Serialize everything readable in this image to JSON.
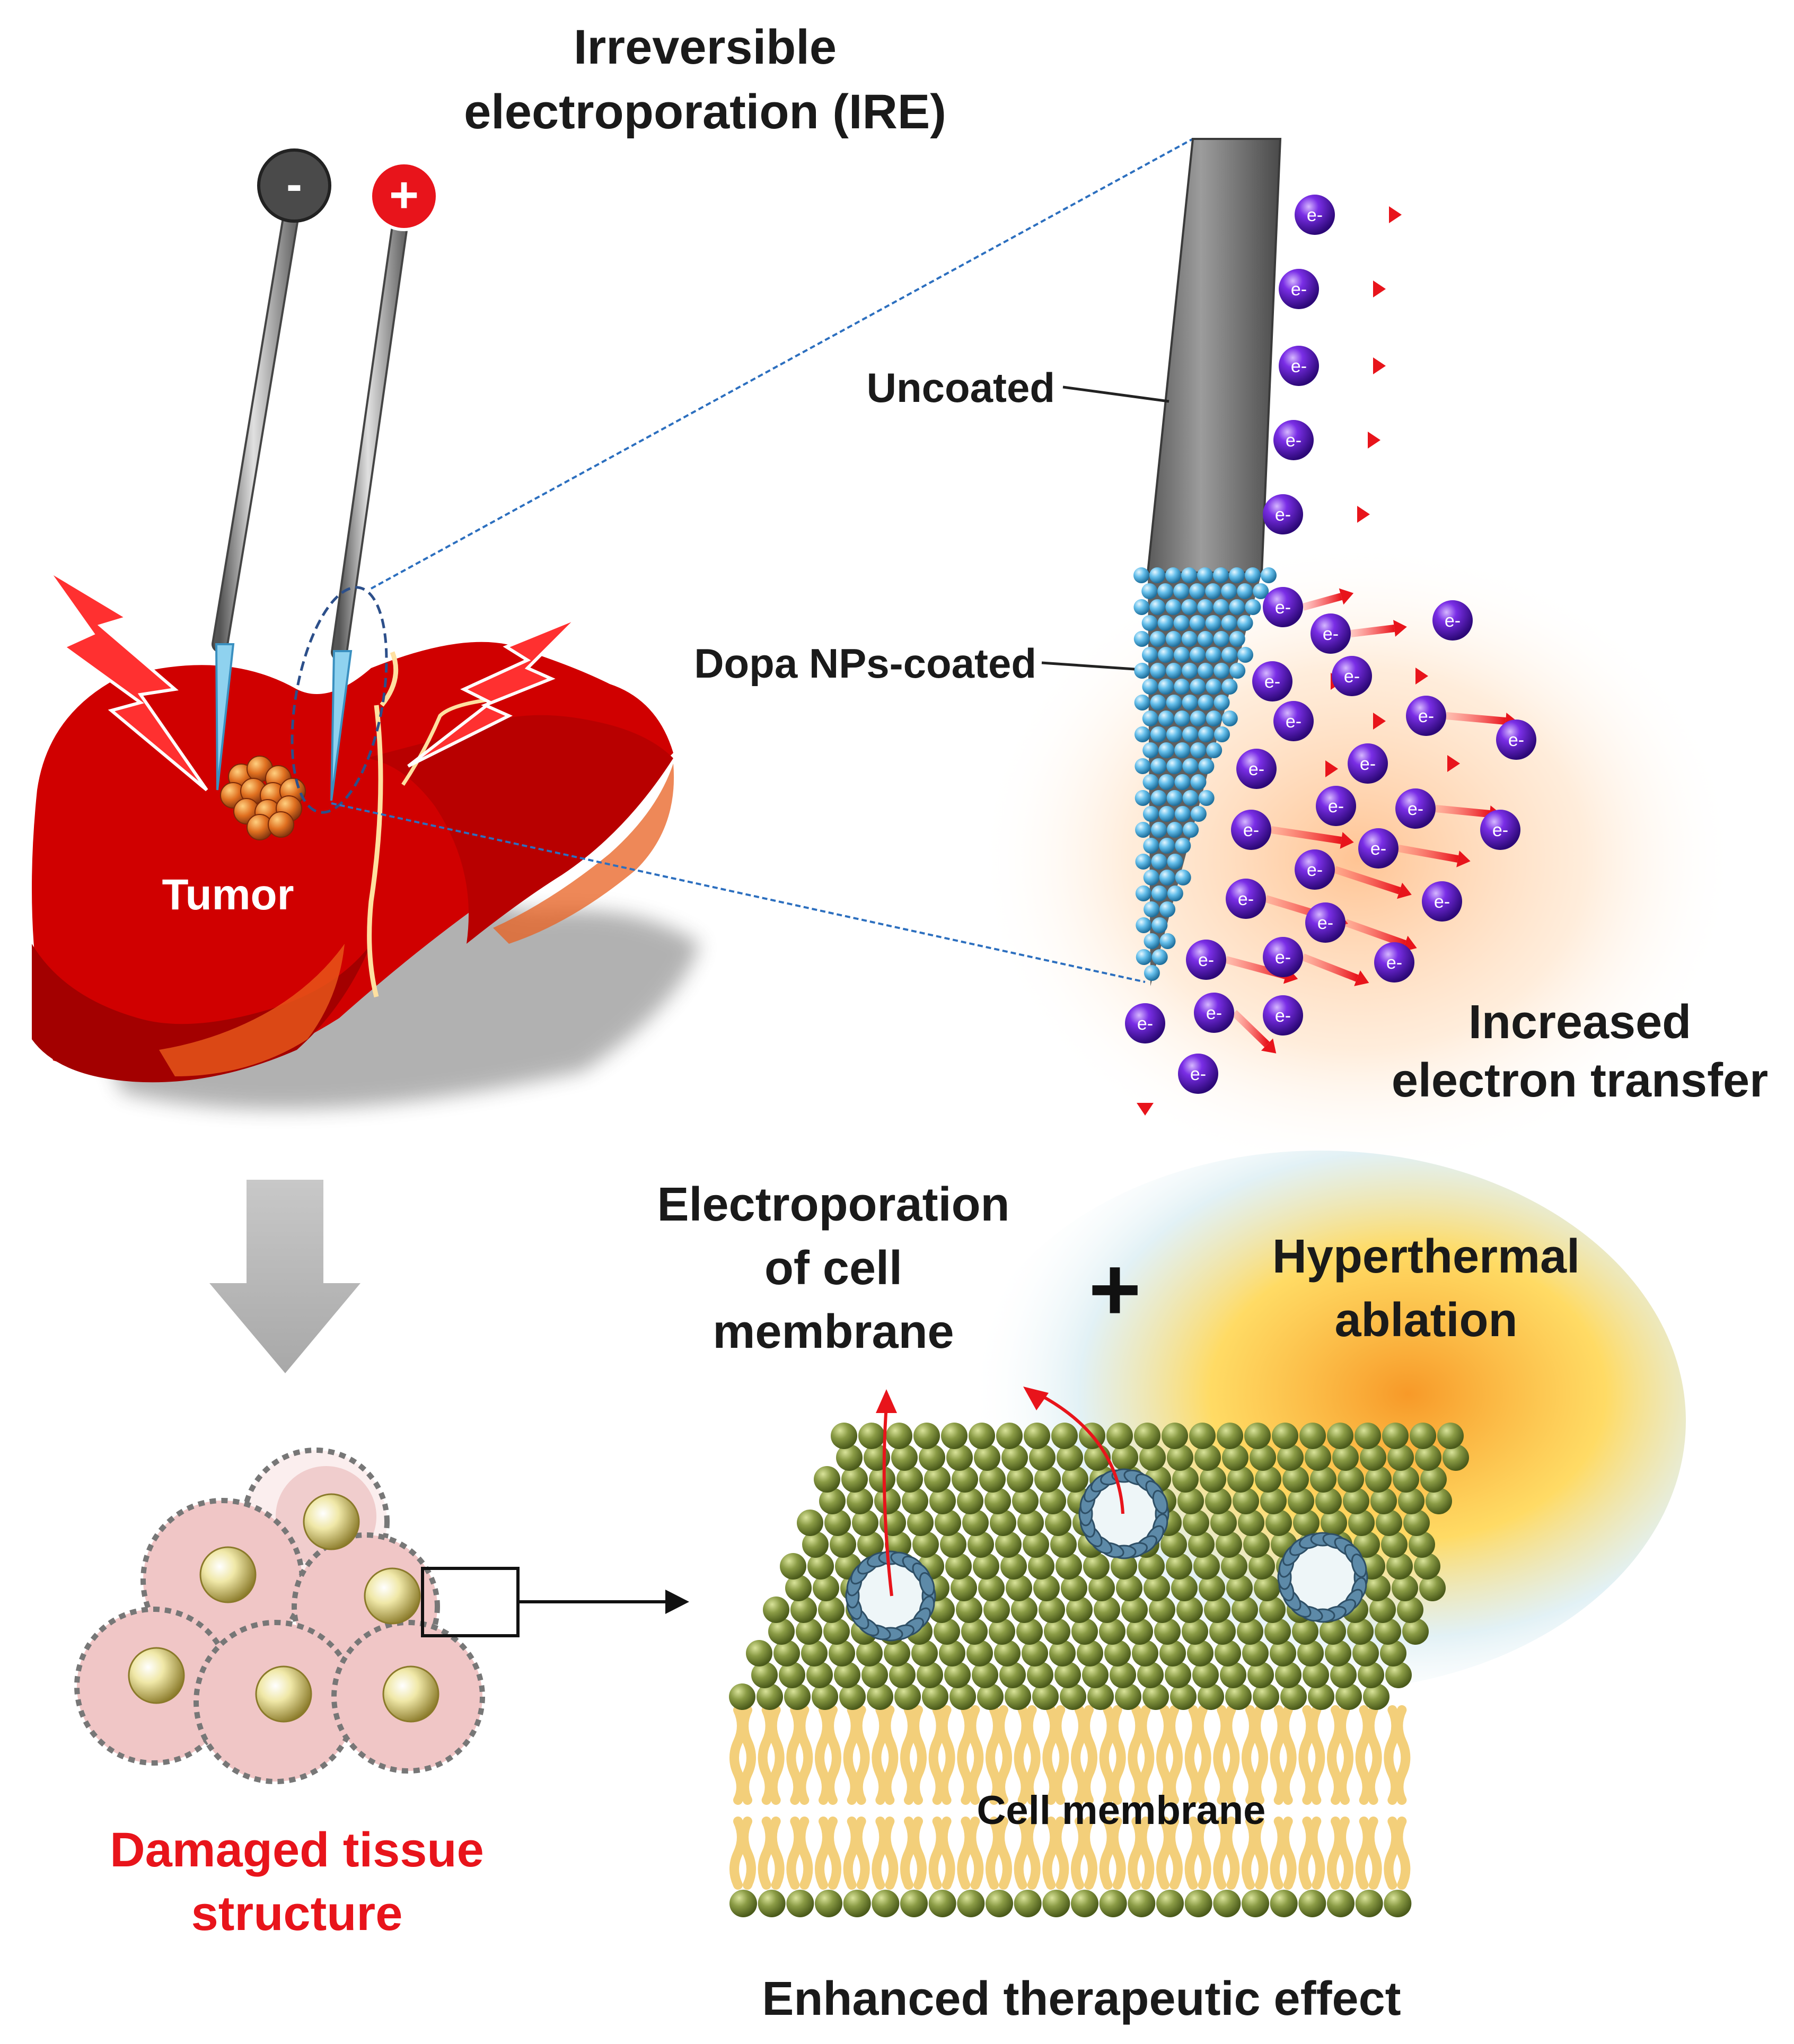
{
  "title": [
    "Irreversible",
    "electroporation (IRE)"
  ],
  "needles": {
    "negative_sign": "-",
    "positive_sign": "+"
  },
  "labels": {
    "tumor": "Tumor",
    "uncoated": "Uncoated",
    "coated": "Dopa NPs-coated",
    "electron": "e-",
    "increased_transfer": [
      "Increased",
      "electron transfer"
    ],
    "electroporation": [
      "Electroporation",
      "of cell",
      "membrane"
    ],
    "plus": "+",
    "hyperthermal": [
      "Hyperthermal",
      "ablation"
    ],
    "damaged": [
      "Damaged tissue",
      "structure"
    ],
    "cell_membrane": "Cell membrane",
    "enhanced": "Enhanced therapeutic effect"
  },
  "colors": {
    "liver": "#d00000",
    "electron": "#5b13c7",
    "nanoparticle": "#5fb6e6",
    "lipid_head": "#7f8f3c",
    "lipid_tail": "#f3cf7a",
    "damaged_red": "#e8141b"
  }
}
